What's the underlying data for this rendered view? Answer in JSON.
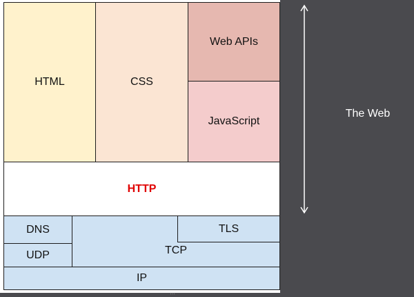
{
  "layers": {
    "html": "HTML",
    "css": "CSS",
    "web_apis": "Web APIs",
    "javascript": "JavaScript",
    "http": "HTTP",
    "dns": "DNS",
    "udp": "UDP",
    "tcp": "TCP",
    "tls": "TLS",
    "ip": "IP"
  },
  "side_label": "The Web",
  "colors": {
    "background": "#4a4a4e",
    "html_fill": "#fff2cc",
    "css_fill": "#fbe5d3",
    "web_apis_fill": "#e6b8b0",
    "javascript_fill": "#f4cccc",
    "http_fill": "#ffffff",
    "http_text": "#e00000",
    "network_fill": "#cfe2f3",
    "arrow": "#ffffff"
  }
}
